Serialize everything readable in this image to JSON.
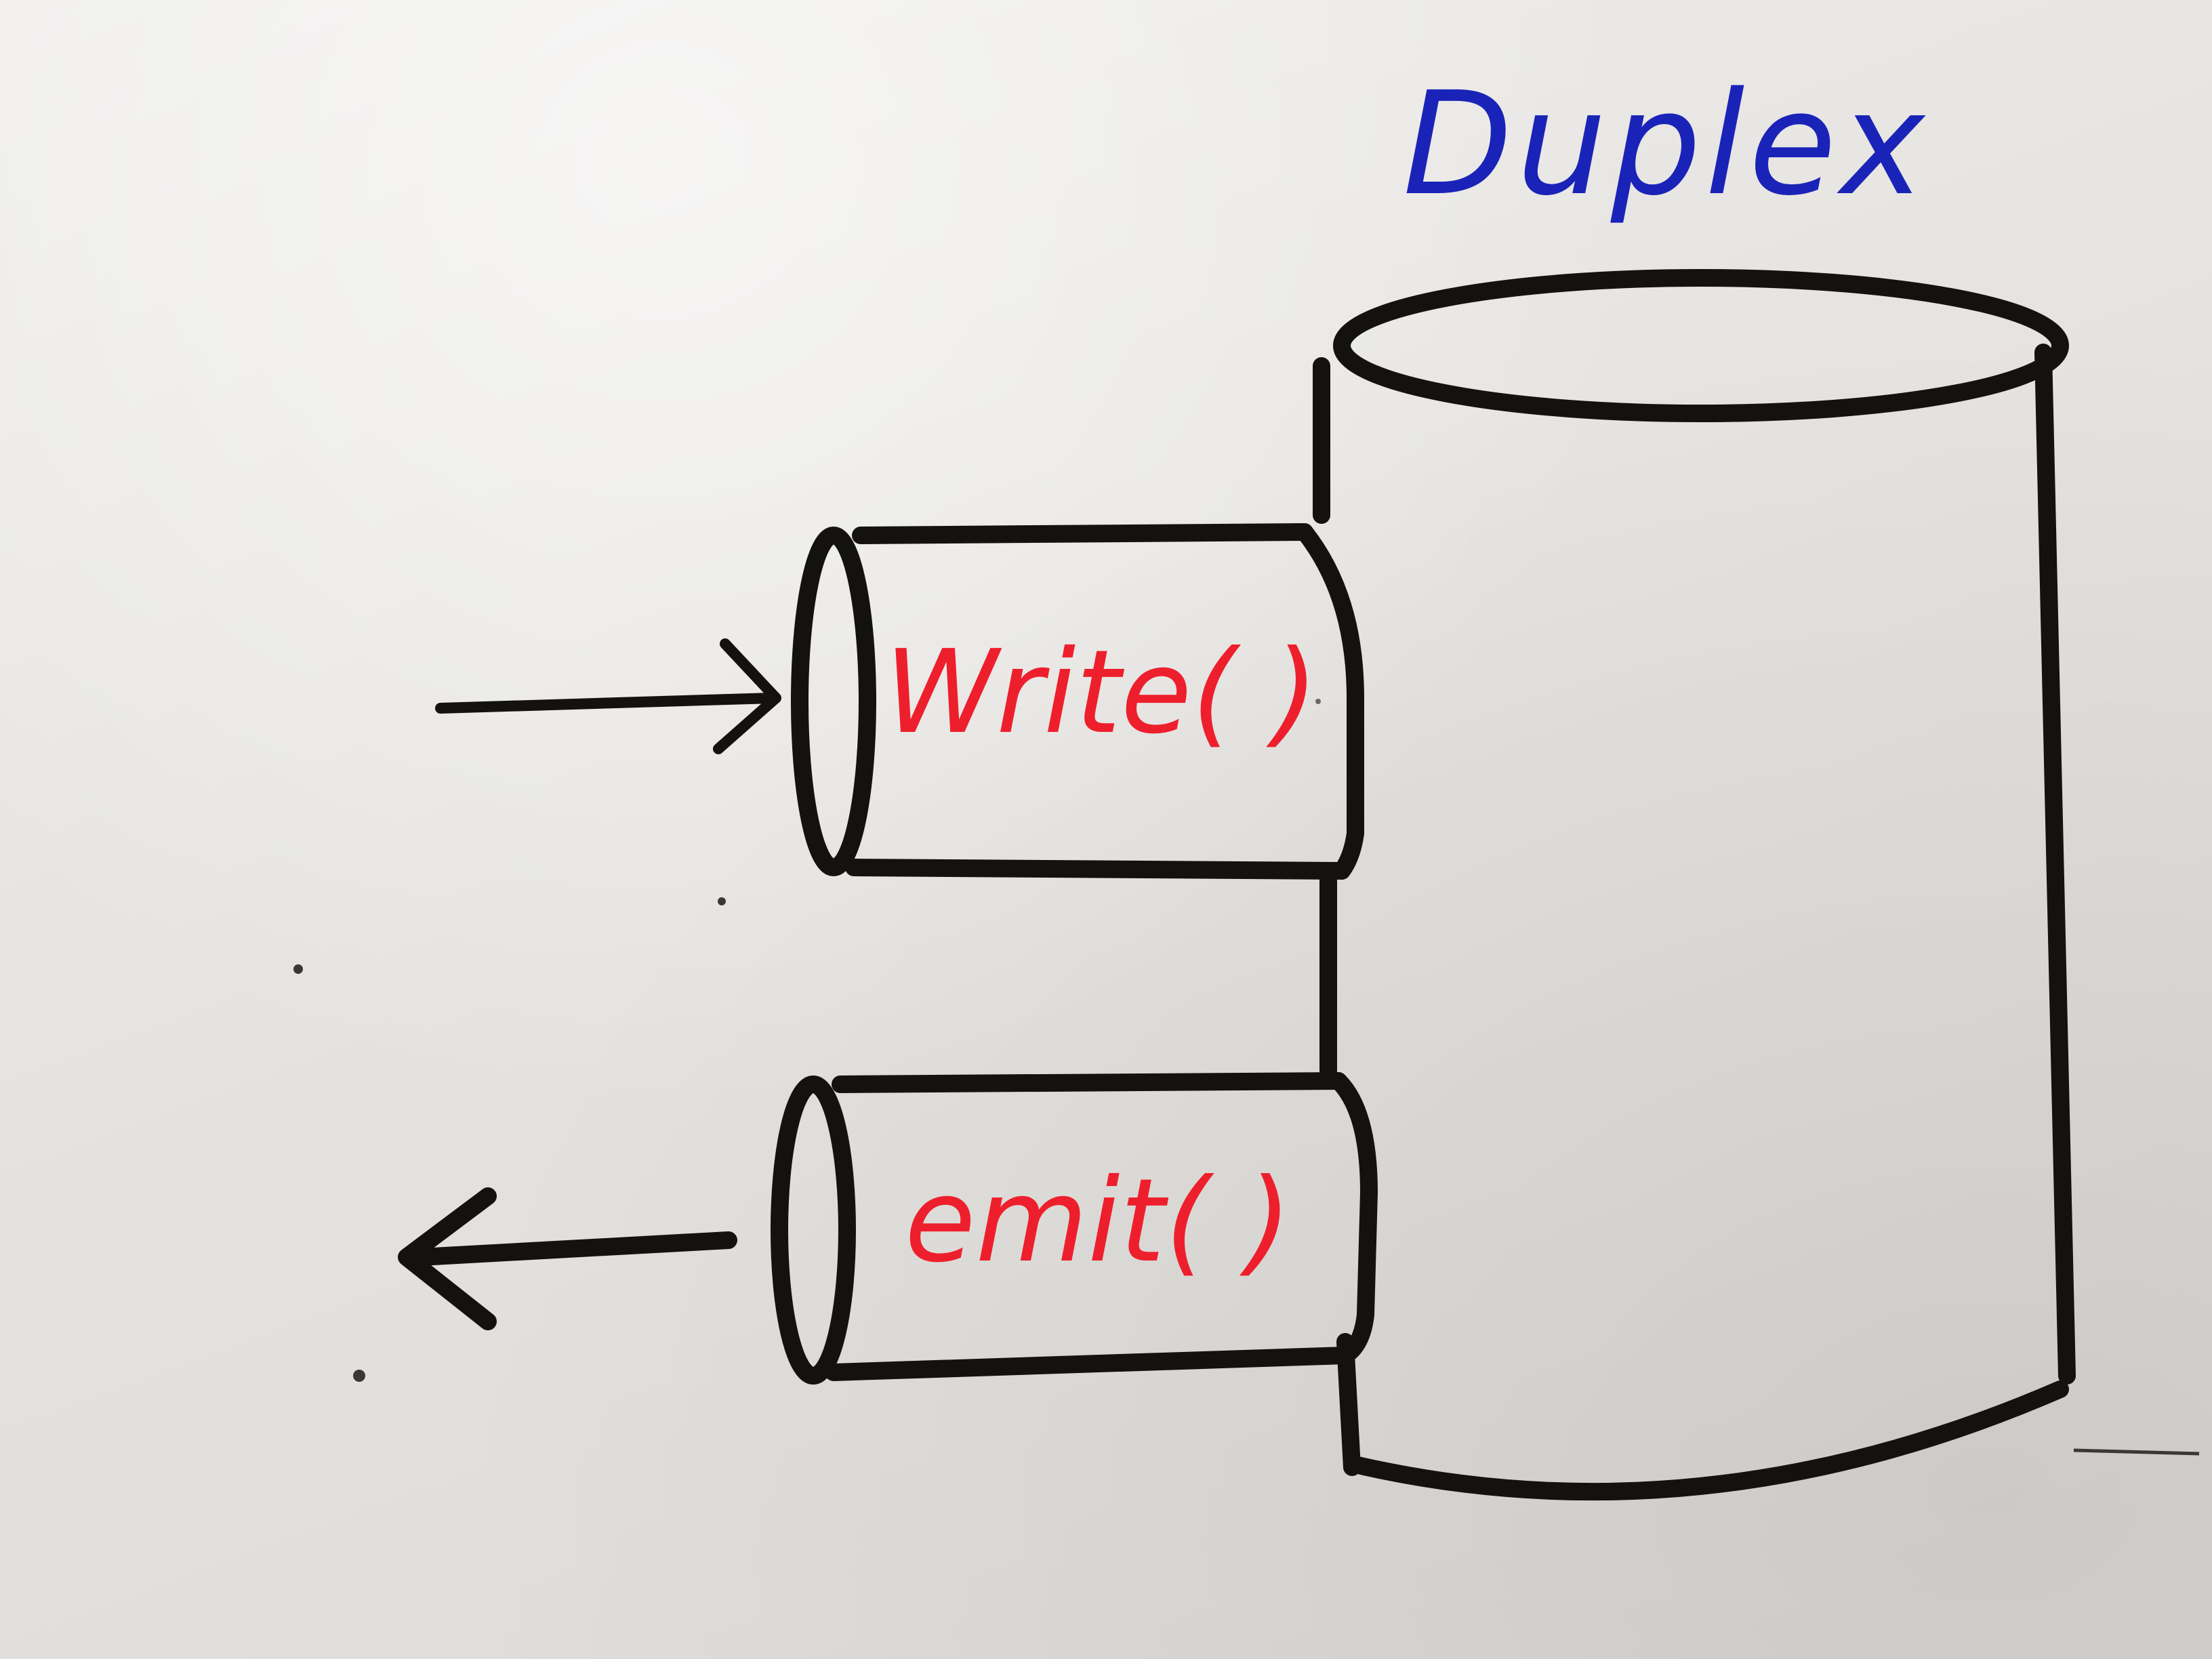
{
  "diagram": {
    "title": "Duplex",
    "channels": [
      {
        "label": "Write( )",
        "direction": "in"
      },
      {
        "label": "emit( )",
        "direction": "out"
      }
    ],
    "colors": {
      "ink": "#141210",
      "title": "#1a23b8",
      "method": "#ee1f2c"
    }
  }
}
